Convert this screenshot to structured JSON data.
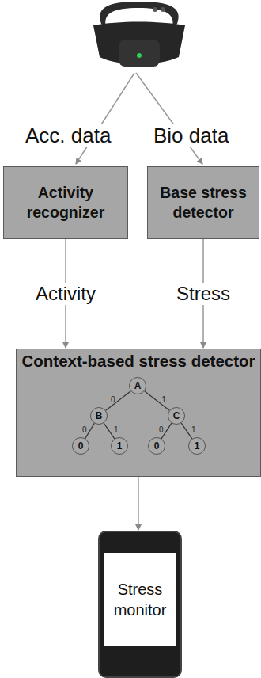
{
  "diagram": {
    "nodes": [
      {
        "text": [
          "Activity recognizer"
        ]
      },
      {
        "text": [
          "Base stress detector"
        ]
      },
      {
        "text": [
          "Context-based stress detector"
        ]
      },
      {
        "text": [
          "Stress monitor"
        ]
      },
      {
        "text": [
          "A"
        ],
        "in": 2
      },
      {
        "text": [
          "B"
        ],
        "in": 2
      },
      {
        "text": [
          "C"
        ],
        "in": 2
      },
      {
        "text": [
          "0"
        ],
        "in": 2
      },
      {
        "text": [
          "1"
        ],
        "in": 2
      },
      {
        "text": [
          "0"
        ],
        "in": 2
      },
      {
        "text": [
          "1"
        ],
        "in": 2
      }
    ],
    "edges": [
      {
        "from": 0,
        "to": 2,
        "label": "Activity",
        "arrow": "to"
      },
      {
        "from": 1,
        "to": 2,
        "label": "Stress",
        "arrow": "to"
      },
      {
        "from": 2,
        "to": 3,
        "arrow": "to"
      },
      {
        "from": 4,
        "to": 5,
        "label": "0",
        "arrow": "none"
      },
      {
        "from": 4,
        "to": 6,
        "label": "1",
        "arrow": "none"
      },
      {
        "from": 5,
        "to": 7,
        "label": "0",
        "arrow": "none"
      },
      {
        "from": 5,
        "to": 8,
        "label": "1",
        "arrow": "none"
      },
      {
        "from": 6,
        "to": 9,
        "label": "0",
        "arrow": "none"
      },
      {
        "from": 6,
        "to": 10,
        "label": "1",
        "arrow": "none"
      }
    ],
    "labels": [
      "Acc. data",
      "Bio data"
    ]
  }
}
